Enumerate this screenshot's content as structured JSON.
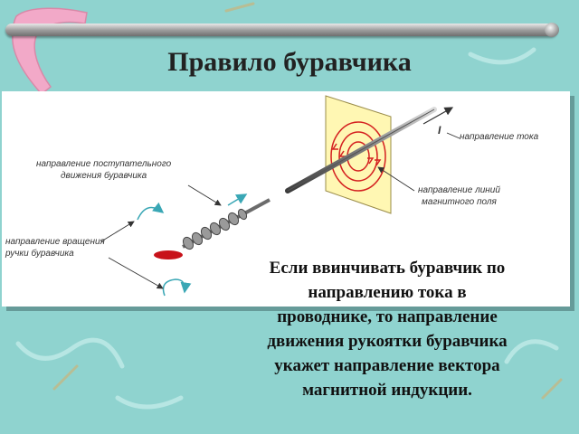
{
  "slide": {
    "title": "Правило буравчика",
    "labels": {
      "translational": "направление поступательного\nдвижения буравчика",
      "rotation": "направление вращения\nручки буравчика",
      "current": "направление тока",
      "current_symbol": "I",
      "field": "направление линий\nмагнитного поля"
    },
    "caption_lines": [
      "Если ввинчивать буравчик по",
      "направлению тока в",
      "проводнике, то направление",
      "движения рукоятки буравчика",
      "укажет направление вектора",
      "магнитной индукции."
    ]
  },
  "colors": {
    "background": "#8fd3cf",
    "accent": "#cc1a1a",
    "arrow_teal": "#3aa7b5"
  }
}
